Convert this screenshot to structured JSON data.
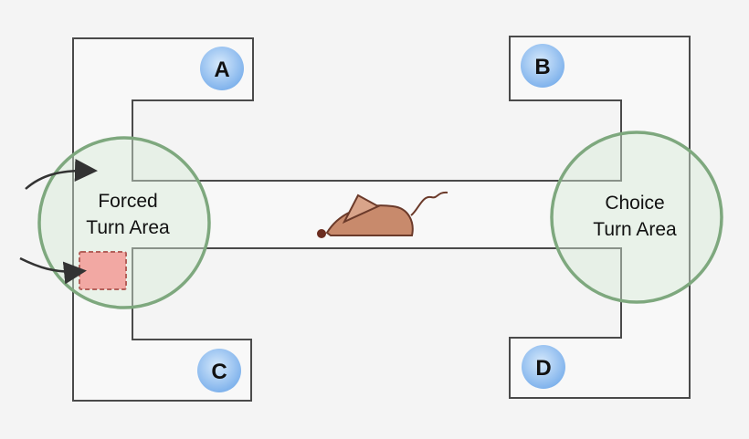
{
  "diagram": {
    "arms": [
      {
        "id": "a",
        "label": "A"
      },
      {
        "id": "b",
        "label": "B"
      },
      {
        "id": "c",
        "label": "C"
      },
      {
        "id": "d",
        "label": "D"
      }
    ],
    "forced_turn_area": {
      "line1": "Forced",
      "line2": "Turn Area"
    },
    "choice_turn_area": {
      "line1": "Choice",
      "line2": "Turn Area"
    },
    "colors": {
      "background": "#f4f4f4",
      "maze_wall": "#4a4a4a",
      "maze_floor": "#f8f8f8",
      "turn_area_stroke": "#7ea87e",
      "turn_area_fill": "#d8ecd6",
      "arm_badge": "#8bbcf0",
      "block_fill": "#f2a8a3",
      "block_stroke": "#b4605a",
      "mouse_body": "#c88a6c",
      "arrow": "#333333"
    }
  }
}
